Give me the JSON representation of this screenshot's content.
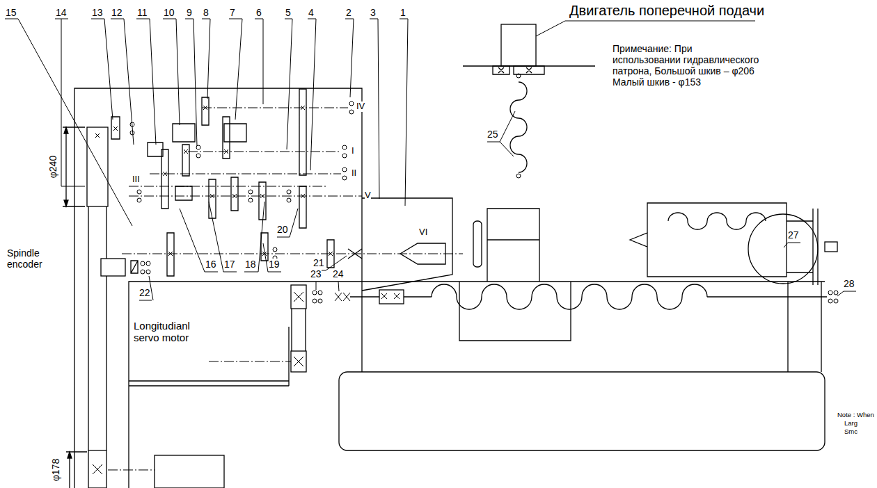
{
  "diagram": {
    "labels": [
      "Двигатель поперечной подачи",
      "Примечание: При использовании гидравлического патрона, Большой шкив – φ206 Малый шкив - φ153",
      "15",
      "14",
      "13",
      "12",
      "11",
      "10",
      "9",
      "8",
      "7",
      "6",
      "5",
      "4",
      "2",
      "3",
      "1",
      "φ240",
      "IV",
      "I",
      "II",
      "III",
      "V",
      "VI",
      "16",
      "17",
      "18",
      "19",
      "20",
      "21",
      "22",
      "23",
      "24",
      "25",
      "27",
      "28",
      "Spindle encoder",
      "Longitudianl servo motor",
      "φ178",
      "Note : When",
      "Larg",
      "Smc"
    ]
  }
}
